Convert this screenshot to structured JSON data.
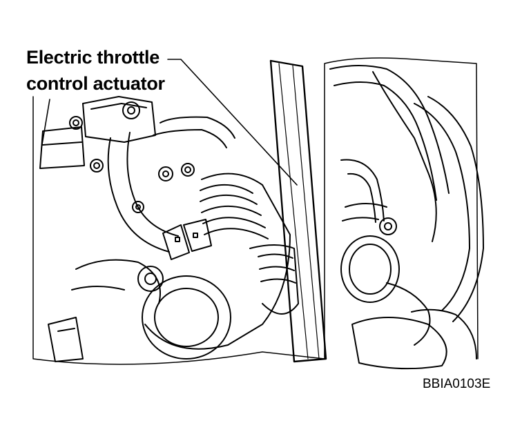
{
  "callout": {
    "line1": "Electric throttle",
    "line2": "control actuator"
  },
  "figure_code": "BBIA0103E",
  "icons": [
    "engine-bay-drawing"
  ],
  "colors": {
    "ink": "#000000",
    "paper": "#ffffff"
  }
}
